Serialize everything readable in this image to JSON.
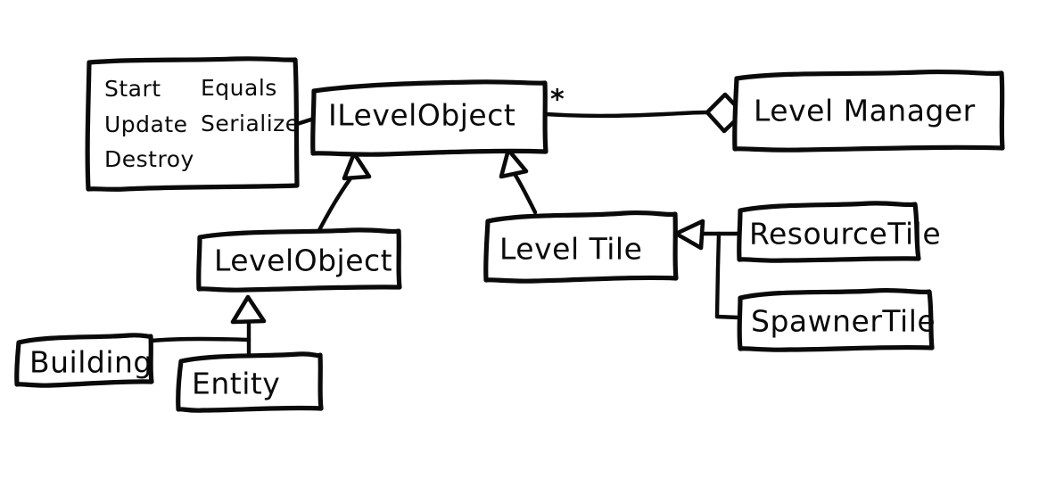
{
  "diagram": {
    "title": "Level system UML class diagram (hand-drawn sketch)",
    "style": "hand-drawn whiteboard sketch, black ink on white",
    "stroke_color": "#0a0a0a",
    "background_color": "#ffffff"
  },
  "classes": {
    "ilevelobject": {
      "name": "ILevelObject",
      "kind": "interface"
    },
    "levelmanager": {
      "name": "Level Manager",
      "kind": "class"
    },
    "levelobject": {
      "name": "LevelObject",
      "kind": "class"
    },
    "leveltile": {
      "name": "Level Tile",
      "kind": "class"
    },
    "resourcetile": {
      "name": "ResourceTile",
      "kind": "class"
    },
    "spawnertile": {
      "name": "SpawnerTile",
      "kind": "class"
    },
    "building": {
      "name": "Building",
      "kind": "class"
    },
    "entity": {
      "name": "Entity",
      "kind": "class"
    }
  },
  "methods_box": {
    "owner": "ILevelObject",
    "rows": [
      {
        "left": "Start",
        "right": "Equals"
      },
      {
        "left": "Update",
        "right": "Serialize"
      },
      {
        "left": "Destroy",
        "right": ""
      }
    ]
  },
  "multiplicity": {
    "ilevelobject_to_levelmanager": "*"
  },
  "relationships": [
    {
      "id": "agg-levelmanager",
      "from": "ILevelObject",
      "to": "Level Manager",
      "type": "aggregation",
      "marker": "hollow-diamond",
      "label": "*"
    },
    {
      "id": "gen-levelobject",
      "from": "LevelObject",
      "to": "ILevelObject",
      "type": "generalization",
      "marker": "hollow-triangle",
      "label": ""
    },
    {
      "id": "gen-leveltile",
      "from": "Level Tile",
      "to": "ILevelObject",
      "type": "generalization",
      "marker": "hollow-triangle",
      "label": ""
    },
    {
      "id": "gen-resourcetile",
      "from": "ResourceTile",
      "to": "Level Tile",
      "type": "generalization",
      "marker": "hollow-triangle",
      "label": ""
    },
    {
      "id": "gen-spawnertile",
      "from": "SpawnerTile",
      "to": "Level Tile",
      "type": "generalization",
      "marker": "hollow-triangle",
      "label": ""
    },
    {
      "id": "gen-entity",
      "from": "Entity",
      "to": "LevelObject",
      "type": "generalization",
      "marker": "hollow-triangle",
      "label": ""
    },
    {
      "id": "gen-building",
      "from": "Building",
      "to": "LevelObject",
      "type": "generalization",
      "marker": "hollow-triangle",
      "label": ""
    }
  ]
}
